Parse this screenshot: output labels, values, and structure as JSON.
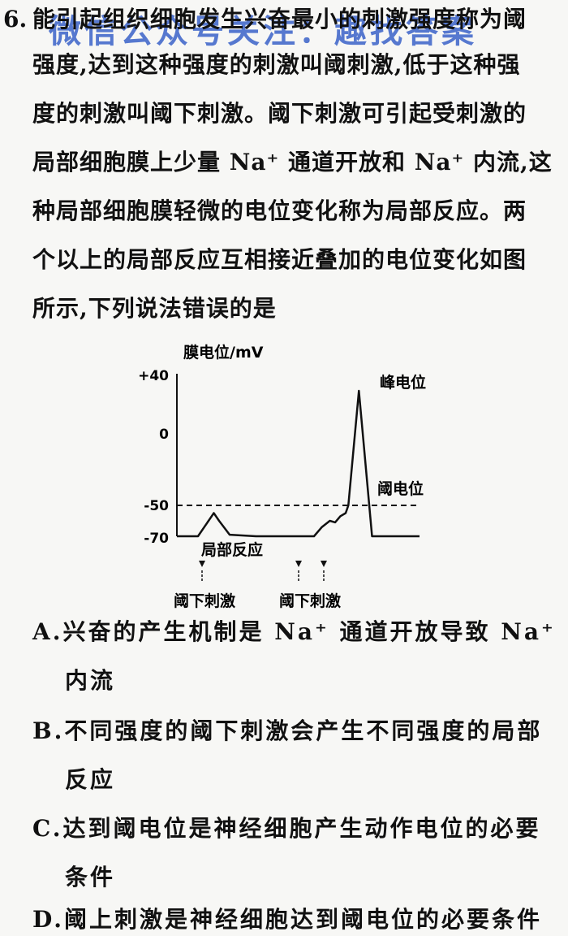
{
  "watermark": "微信公众号关注：趣找答案",
  "question": {
    "number": "6.",
    "lines": [
      "能引起组织细胞发生兴奋最小的刺激强度称为阈",
      "强度,达到这种强度的刺激叫阈刺激,低于这种强",
      "度的刺激叫阈下刺激。阈下刺激可引起受刺激的",
      "局部细胞膜上少量 Na⁺ 通道开放和 Na⁺ 内流,这",
      "种局部细胞膜轻微的电位变化称为局部反应。两",
      "个以上的局部反应互相接近叠加的电位变化如图",
      "所示,下列说法错误的是"
    ]
  },
  "chart_data": {
    "type": "line",
    "ylabel": "膜电位/mV",
    "y_ticks": [
      "+40",
      "0",
      "-50",
      "-70"
    ],
    "ylim": [
      -70,
      40
    ],
    "series": [
      {
        "values": [
          [
            0,
            -70
          ],
          [
            8,
            -70
          ],
          [
            12,
            -60
          ],
          [
            14,
            -55
          ],
          [
            16,
            -60
          ],
          [
            20,
            -69
          ],
          [
            30,
            -70
          ],
          [
            52,
            -70
          ],
          [
            55,
            -64
          ],
          [
            58,
            -60
          ],
          [
            60,
            -61
          ],
          [
            62,
            -57
          ],
          [
            64,
            -55
          ],
          [
            65,
            -50
          ],
          [
            69,
            30
          ],
          [
            74,
            -70
          ],
          [
            92,
            -70
          ]
        ]
      }
    ],
    "threshold": -50,
    "annotations": {
      "peak": "峰电位",
      "threshold": "阈电位",
      "local": "局部反应",
      "stimulus1": "阈下刺激",
      "stimulus2": "阈下刺激"
    }
  },
  "options": [
    {
      "letter": "A.",
      "line1": "兴奋的产生机制是 Na⁺ 通道开放导致 Na⁺",
      "line2": "内流"
    },
    {
      "letter": "B.",
      "line1": "不同强度的阈下刺激会产生不同强度的局部",
      "line2": "反应"
    },
    {
      "letter": "C.",
      "line1": "达到阈电位是神经细胞产生动作电位的必要",
      "line2": "条件"
    },
    {
      "letter": "D.",
      "line1": "阈上刺激是神经细胞达到阈电位的必要条件",
      "line2": ""
    }
  ]
}
